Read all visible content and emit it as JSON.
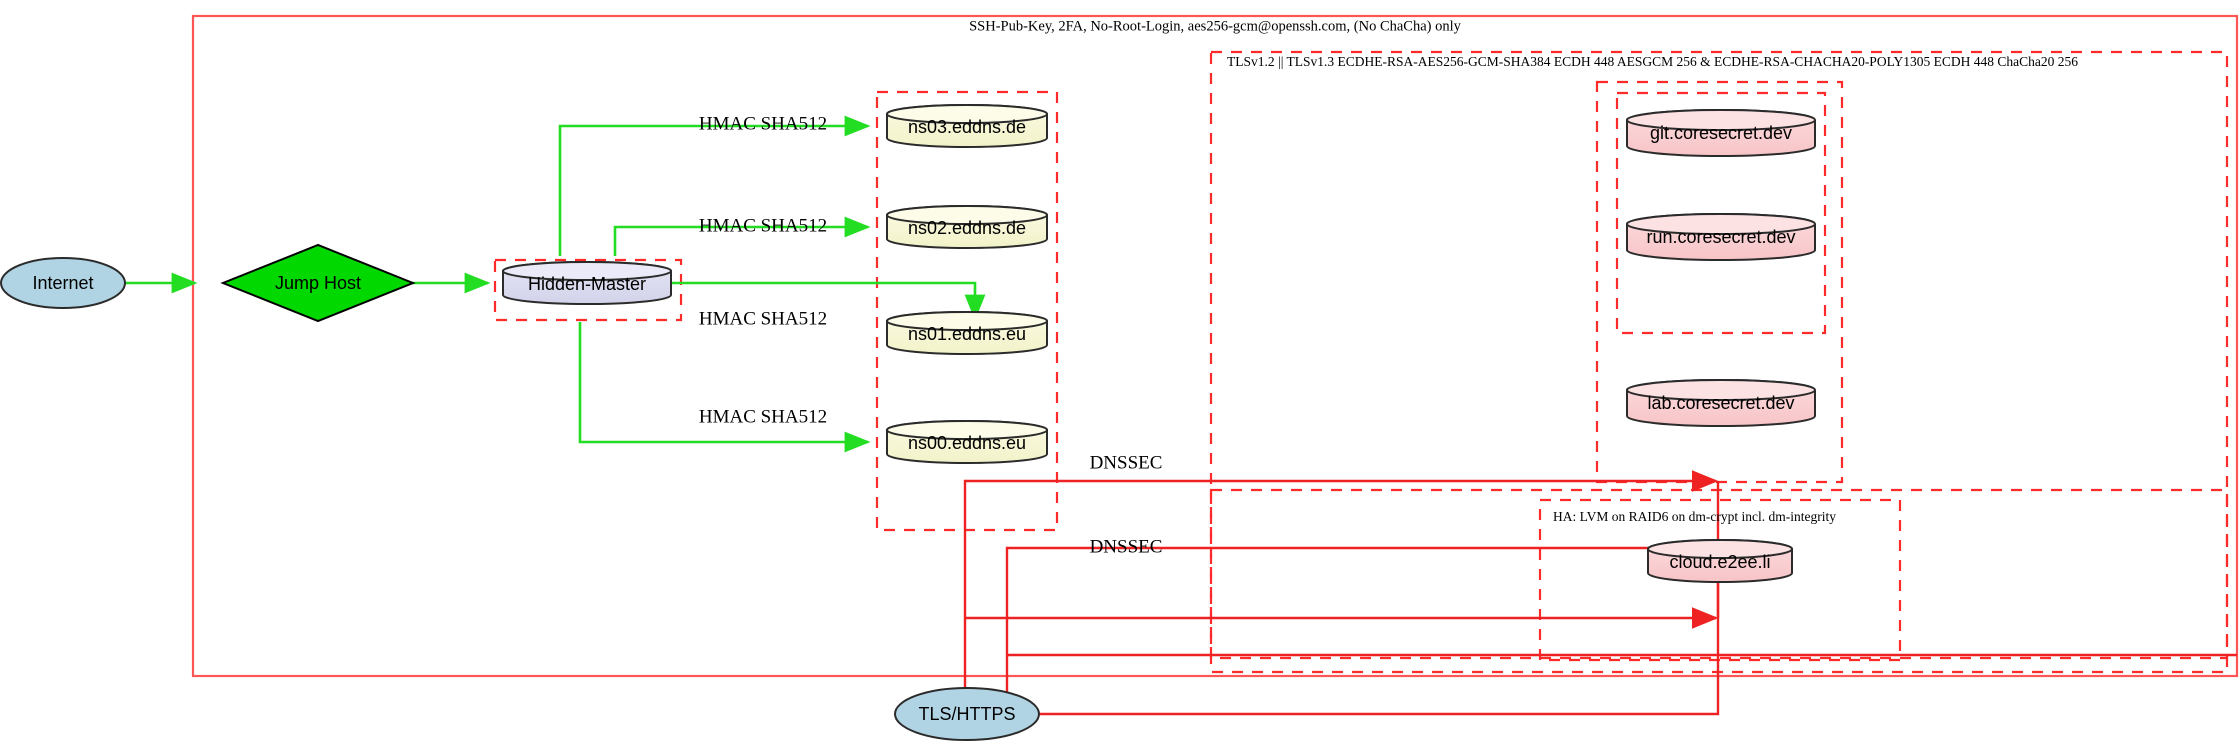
{
  "diagram": {
    "title_note": "SSH-Pub-Key, 2FA, No-Root-Login, aes256-gcm@openssh.com, (No ChaCha) only",
    "clusters": {
      "outer_label": "SSH-Pub-Key, 2FA, No-Root-Login, aes256-gcm@openssh.com, (No ChaCha) only",
      "tls_label": "TLSv1.2 || TLSv1.3 ECDHE-RSA-AES256-GCM-SHA384 ECDH 448 AESGCM 256 & ECDHE-RSA-CHACHA20-POLY1305 ECDH 448 ChaCha20 256",
      "ha_label": "HA: LVM on RAID6 on dm-crypt incl. dm-integrity"
    },
    "nodes": {
      "internet": "Internet",
      "jump_host": "Jump Host",
      "hidden_master": "Hidden-Master",
      "ns03": "ns03.eddns.de",
      "ns02": "ns02.eddns.de",
      "ns01": "ns01.eddns.eu",
      "ns00": "ns00.eddns.eu",
      "git": "git.coresecret.dev",
      "run": "run.coresecret.dev",
      "lab": "lab.coresecret.dev",
      "cloud": "cloud.e2ee.li",
      "tls_https": "TLS/HTTPS"
    },
    "edge_labels": {
      "hmac_ns03": "HMAC SHA512",
      "hmac_ns02": "HMAC SHA512",
      "hmac_ns01": "HMAC SHA512",
      "hmac_ns00": "HMAC SHA512",
      "dnssec_upper": "DNSSEC",
      "dnssec_lower": "DNSSEC"
    },
    "colors": {
      "cluster_red": "#ff2a2a",
      "edge_green": "#22dd22",
      "edge_red": "#ee2222",
      "node_blue_fill": "#b0d4e3",
      "node_green_fill": "#00d800",
      "node_lavender_fill": "#dcdcf0",
      "node_cream_fill": "#f7f7d4",
      "node_pink_fill": "#f9ced0",
      "stroke_dark": "#2b2b2b"
    }
  }
}
